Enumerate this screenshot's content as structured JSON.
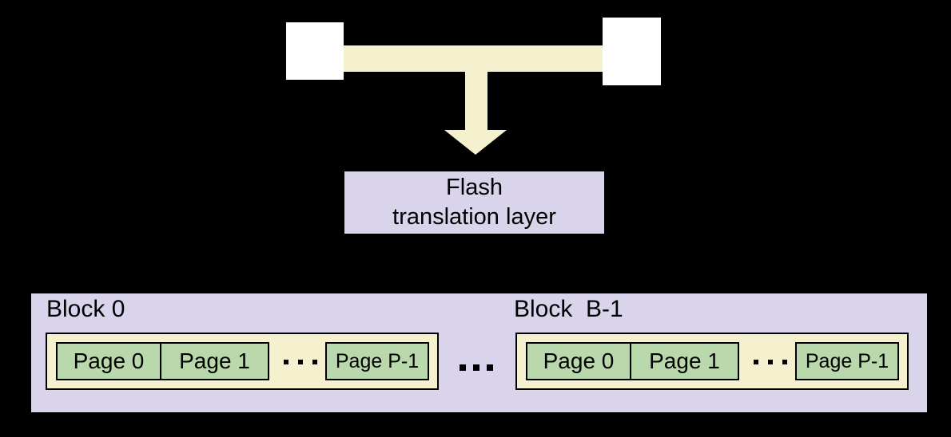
{
  "colors": {
    "background": "#000000",
    "cream": "#f5f1ce",
    "green": "#b9d8ab",
    "lavender": "#d9d4ec",
    "text": "#000000"
  },
  "ftl": {
    "line1": "Flash",
    "line2": "translation layer"
  },
  "flash_array": {
    "blocks": [
      {
        "label": "Block 0",
        "pages": [
          "Page 0",
          "Page 1",
          "Page P-1"
        ],
        "pages_ellipsis": "..."
      },
      {
        "label": "Block  B-1",
        "pages": [
          "Page 0",
          "Page 1",
          "Page P-1"
        ],
        "pages_ellipsis": "..."
      }
    ],
    "blocks_ellipsis": "..."
  }
}
